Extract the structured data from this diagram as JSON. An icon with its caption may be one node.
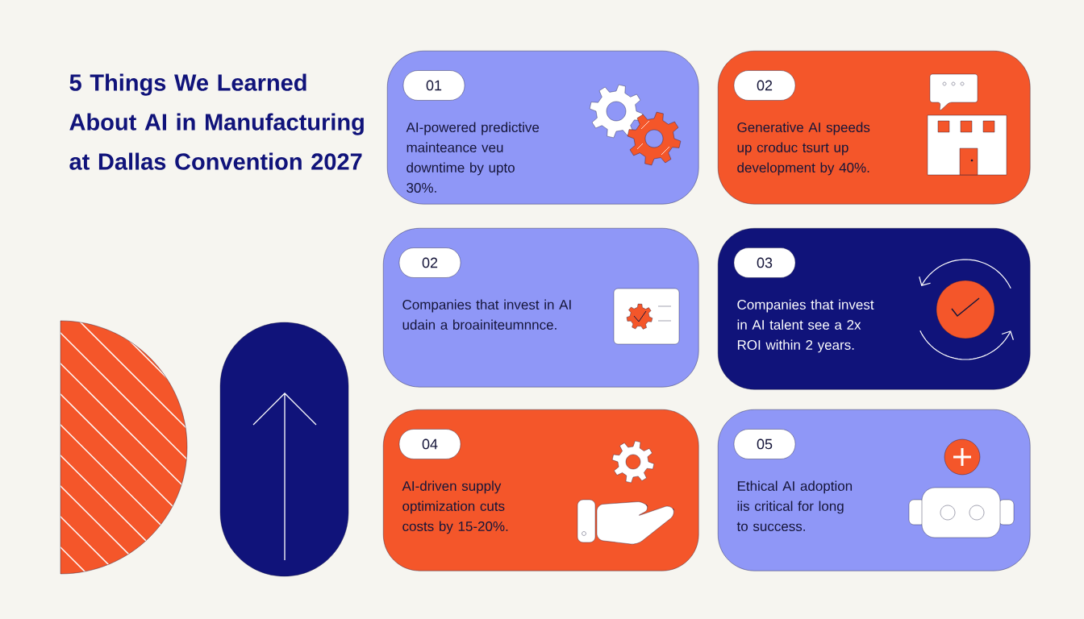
{
  "diagram": {
    "title": "5 Things We Learned About AI in Manufacturing at Dallas Convention 2027",
    "nodes": [
      {
        "text": [
          "AI-powered predictive mainteance veu downtime by upto 30%."
        ]
      },
      {
        "text": [
          "01"
        ],
        "in": 0
      },
      {
        "text": [
          "Generative AI speeds up croduc tsurt up development by 40%."
        ]
      },
      {
        "text": [
          "02"
        ],
        "in": 2
      },
      {
        "text": [
          "Companies that invest in AI udain a broainiteumnnce."
        ]
      },
      {
        "text": [
          "02"
        ],
        "in": 4
      },
      {
        "text": [
          "Companies that invest in AI talent see a 2x ROI within 2 years."
        ]
      },
      {
        "text": [
          "03"
        ],
        "in": 6
      },
      {
        "text": [
          "AI-driven supply optimization cuts costs by 15-20%."
        ]
      },
      {
        "text": [
          "04"
        ],
        "in": 8
      },
      {
        "text": [
          "Ethical AI adoption iis critical for long to success."
        ]
      },
      {
        "text": [
          "05"
        ],
        "in": 10
      }
    ],
    "edges": []
  }
}
